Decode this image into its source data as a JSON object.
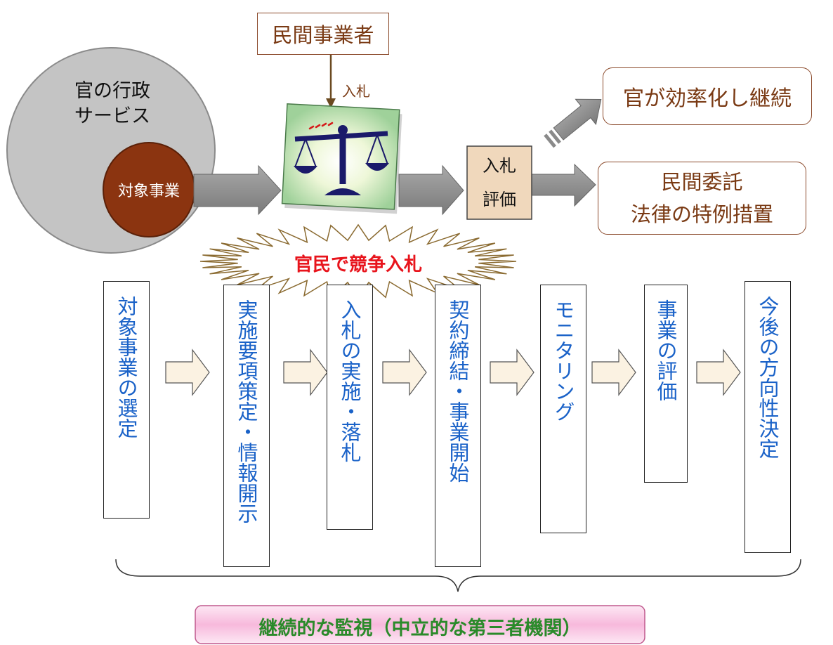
{
  "top": {
    "admin_service": [
      "官の行政",
      "サービス"
    ],
    "target_business": "対象事業",
    "private_operator": "民間事業者",
    "bid_label": "入札",
    "bid_eval": [
      "入札",
      "評価"
    ],
    "gov_continue": "官が効率化し継続",
    "private_outsource": [
      "民間委託",
      "法律の特例措置"
    ],
    "competitive_bid": "官民で競争入札"
  },
  "steps": [
    {
      "label": "対象事業の選定"
    },
    {
      "label": "実施要項策定・情報開示"
    },
    {
      "label": "入札の実施・落札"
    },
    {
      "label": "契約締結・事業開始"
    },
    {
      "label": "モニタリング"
    },
    {
      "label": "事業の評価"
    },
    {
      "label": "今後の方向性決定"
    }
  ],
  "bottom": {
    "monitoring": "継続的な監視（中立的な第三者機関）"
  },
  "colors": {
    "brown": "#7a3a14",
    "step_text": "#1a62c8",
    "target_fill": "#8b3410",
    "circle_fill": "#c4c4c4",
    "red_text": "#e8141c",
    "green_text": "#2a8a2a"
  }
}
